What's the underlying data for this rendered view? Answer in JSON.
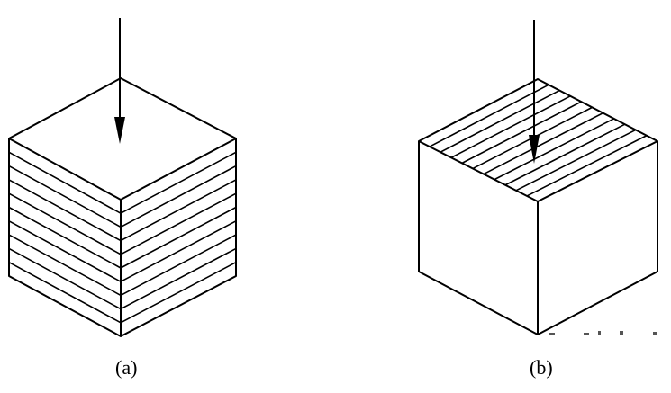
{
  "figure": {
    "captions": {
      "a": "(a)",
      "b": "(b)"
    },
    "panels": [
      {
        "id": "a",
        "description_key": "layers-horizontal-side-faces",
        "load_arrow": "top-down",
        "layer_lines": 9
      },
      {
        "id": "b",
        "description_key": "layers-vertical-top-face",
        "load_arrow": "top-down",
        "layer_lines": 10
      }
    ],
    "colors": {
      "stroke": "#000000",
      "background": "#ffffff"
    }
  }
}
